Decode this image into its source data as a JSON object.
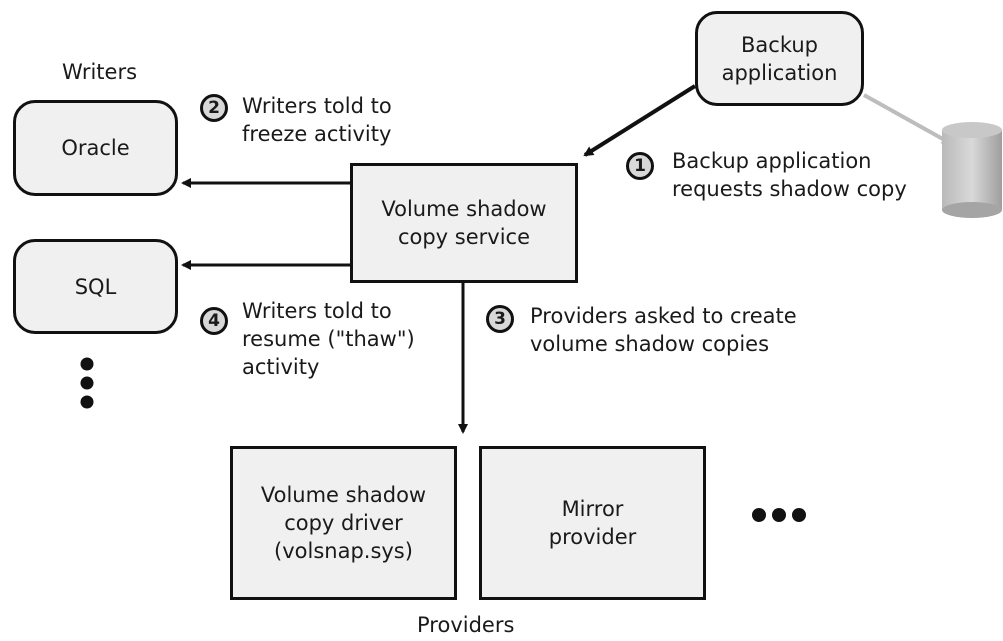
{
  "writers_label": "Writers",
  "providers_label": "Providers",
  "nodes": {
    "backup_app": [
      "Backup",
      "application"
    ],
    "oracle": [
      "Oracle"
    ],
    "sql": [
      "SQL"
    ],
    "vss": [
      "Volume shadow",
      "copy service"
    ],
    "driver": [
      "Volume shadow",
      "copy driver",
      "(volsnap.sys)"
    ],
    "mirror": [
      "Mirror",
      "provider"
    ]
  },
  "steps": [
    {
      "num": "1",
      "lines": [
        "Backup application",
        "requests shadow copy"
      ]
    },
    {
      "num": "2",
      "lines": [
        "Writers told to",
        "freeze activity"
      ]
    },
    {
      "num": "3",
      "lines": [
        "Providers asked to create",
        "volume shadow copies"
      ]
    },
    {
      "num": "4",
      "lines": [
        "Writers told to",
        "resume (\"thaw\")",
        "activity"
      ]
    }
  ],
  "icons": {
    "disk": "storage-disk-icon",
    "more_writers": "vertical-ellipsis-icon",
    "more_providers": "horizontal-ellipsis-icon"
  }
}
